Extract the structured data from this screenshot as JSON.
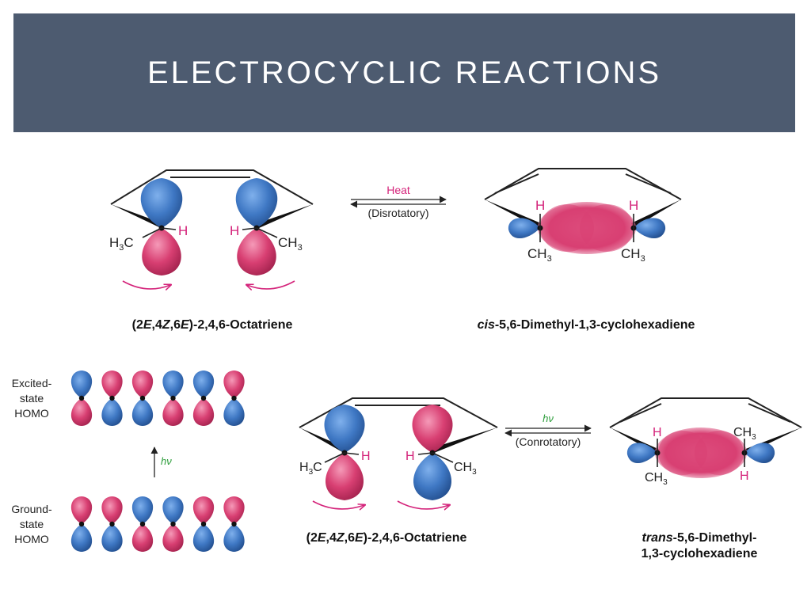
{
  "slide": {
    "title": "ELECTROCYCLIC REACTIONS"
  },
  "thermal": {
    "arrow_top": "Heat",
    "arrow_bottom": "(Disrotatory)",
    "reactant_name_parts": [
      "(2",
      "E",
      ",4",
      "Z",
      ",6",
      "E",
      ")-2,4,6-Octatriene"
    ],
    "product_name_parts": [
      "cis",
      "-5,6-Dimethyl-1,3-cyclohexadiene"
    ]
  },
  "photo": {
    "arrow_top": "hν",
    "arrow_bottom": "(Conrotatory)",
    "reactant_name_parts": [
      "(2",
      "E",
      ",4",
      "Z",
      ",6",
      "E",
      ")-2,4,6-Octatriene"
    ],
    "product_name_line1_parts": [
      "trans",
      "-5,6-Dimethyl-"
    ],
    "product_name_line2": "1,3-cyclohexadiene"
  },
  "homo": {
    "excited_label": [
      "Excited-",
      "state",
      "HOMO"
    ],
    "ground_label": [
      "Ground-",
      "state",
      "HOMO"
    ],
    "transition_label": "hν"
  },
  "labels": {
    "H": "H",
    "CH3_main": "CH",
    "CH3_sub": "3",
    "H3C_pre": "H",
    "H3C_sub": "3",
    "H3C_post": "C"
  },
  "colors": {
    "header_bg": "#4d5b70",
    "lobe_blue": "#3f78c4",
    "lobe_red": "#d83f72",
    "label_magenta": "#d4237a",
    "hv_green": "#2e9e3c"
  }
}
